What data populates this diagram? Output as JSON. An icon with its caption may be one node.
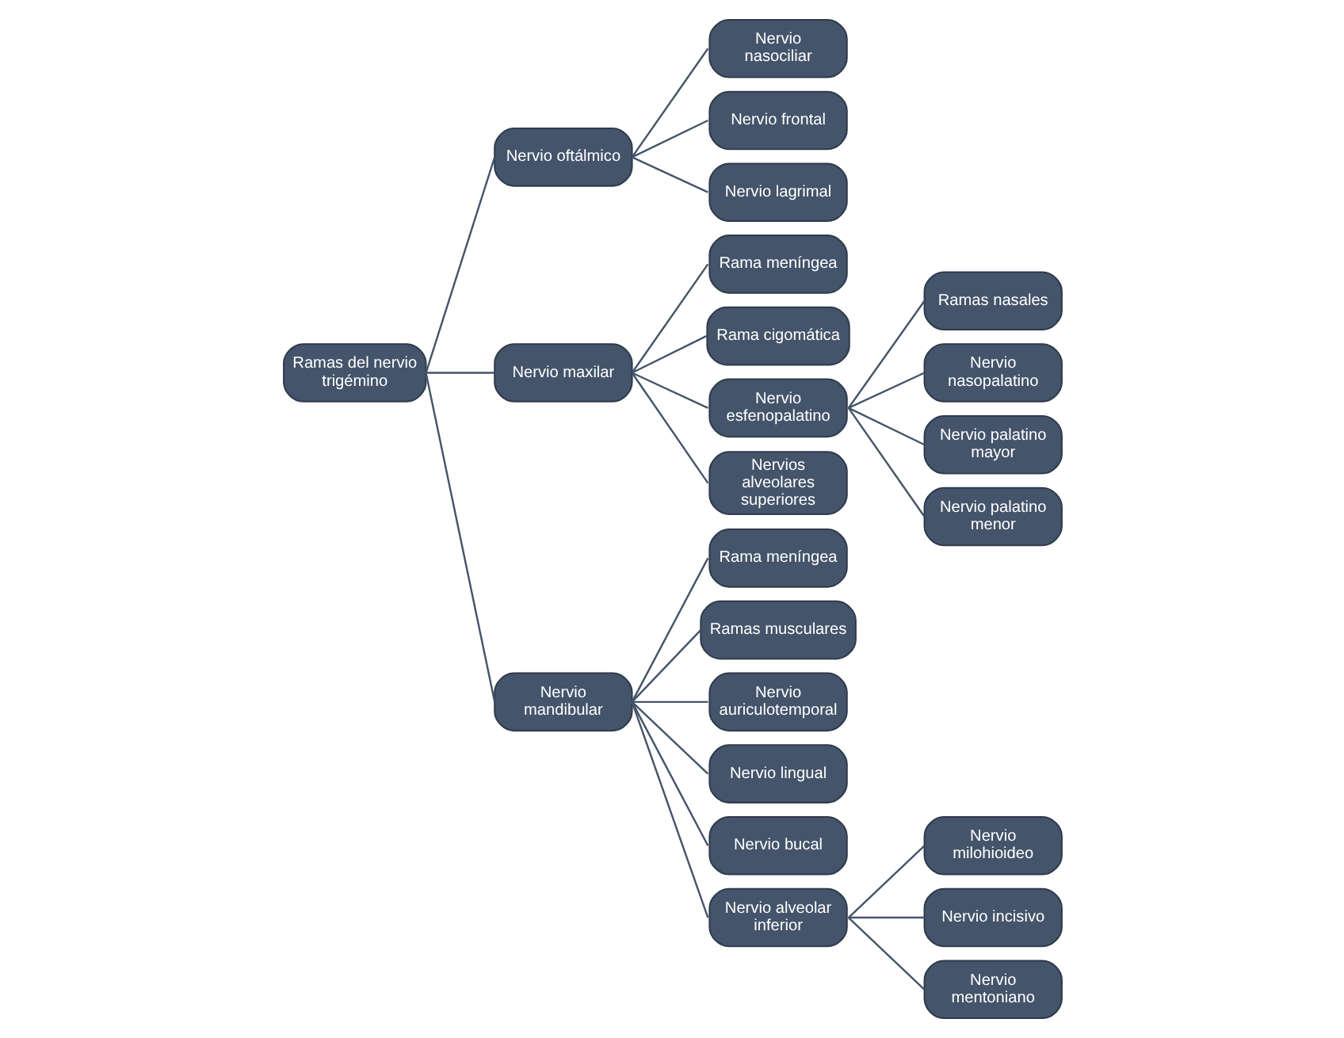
{
  "diagram": {
    "nodes": [
      {
        "text": [
          "Ramas del nervio trigémino"
        ]
      },
      {
        "text": [
          "Nervio oftálmico"
        ]
      },
      {
        "text": [
          "Nervio nasociliar"
        ]
      },
      {
        "text": [
          "Nervio frontal"
        ]
      },
      {
        "text": [
          "Nervio lagrimal"
        ]
      },
      {
        "text": [
          "Nervio maxilar"
        ]
      },
      {
        "text": [
          "Rama meníngea"
        ]
      },
      {
        "text": [
          "Rama cigomática"
        ]
      },
      {
        "text": [
          "Nervio esfenopalatino"
        ]
      },
      {
        "text": [
          "Ramas nasales"
        ]
      },
      {
        "text": [
          "Nervio nasopalatino"
        ]
      },
      {
        "text": [
          "Nervio palatino mayor"
        ]
      },
      {
        "text": [
          "Nervio palatino menor"
        ]
      },
      {
        "text": [
          "Nervios alveolares superiores"
        ]
      },
      {
        "text": [
          "Nervio mandibular"
        ]
      },
      {
        "text": [
          "Rama meníngea"
        ]
      },
      {
        "text": [
          "Ramas musculares"
        ]
      },
      {
        "text": [
          "Nervio auriculotemporal"
        ]
      },
      {
        "text": [
          "Nervio lingual"
        ]
      },
      {
        "text": [
          "Nervio bucal"
        ]
      },
      {
        "text": [
          "Nervio alveolar inferior"
        ]
      },
      {
        "text": [
          "Nervio milohioideo"
        ]
      },
      {
        "text": [
          "Nervio incisivo"
        ]
      },
      {
        "text": [
          "Nervio mentoniano"
        ]
      }
    ],
    "edges": [
      {
        "from": 0,
        "to": 1,
        "arrow": "none"
      },
      {
        "from": 1,
        "to": 2,
        "arrow": "none"
      },
      {
        "from": 1,
        "to": 3,
        "arrow": "none"
      },
      {
        "from": 1,
        "to": 4,
        "arrow": "none"
      },
      {
        "from": 0,
        "to": 5,
        "arrow": "none"
      },
      {
        "from": 5,
        "to": 6,
        "arrow": "none"
      },
      {
        "from": 5,
        "to": 7,
        "arrow": "none"
      },
      {
        "from": 5,
        "to": 8,
        "arrow": "none"
      },
      {
        "from": 8,
        "to": 9,
        "arrow": "none"
      },
      {
        "from": 8,
        "to": 10,
        "arrow": "none"
      },
      {
        "from": 8,
        "to": 11,
        "arrow": "none"
      },
      {
        "from": 8,
        "to": 12,
        "arrow": "none"
      },
      {
        "from": 5,
        "to": 13,
        "arrow": "none"
      },
      {
        "from": 0,
        "to": 14,
        "arrow": "none"
      },
      {
        "from": 14,
        "to": 15,
        "arrow": "none"
      },
      {
        "from": 14,
        "to": 16,
        "arrow": "none"
      },
      {
        "from": 14,
        "to": 17,
        "arrow": "none"
      },
      {
        "from": 14,
        "to": 18,
        "arrow": "none"
      },
      {
        "from": 14,
        "to": 19,
        "arrow": "none"
      },
      {
        "from": 14,
        "to": 20,
        "arrow": "none"
      },
      {
        "from": 20,
        "to": 21,
        "arrow": "none"
      },
      {
        "from": 20,
        "to": 22,
        "arrow": "none"
      },
      {
        "from": 20,
        "to": 23,
        "arrow": "none"
      }
    ]
  }
}
